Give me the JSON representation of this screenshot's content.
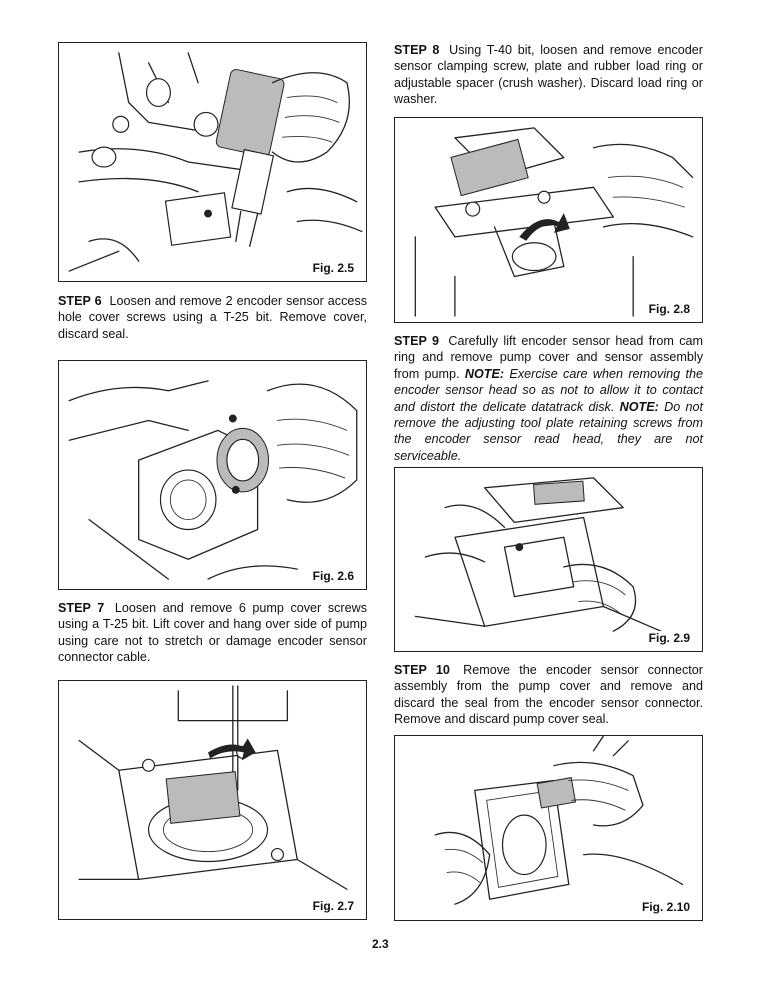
{
  "figures": {
    "fig_2_5": "Fig. 2.5",
    "fig_2_6": "Fig. 2.6",
    "fig_2_7": "Fig. 2.7",
    "fig_2_8": "Fig. 2.8",
    "fig_2_9": "Fig. 2.9",
    "fig_2_10": "Fig. 2.10"
  },
  "steps": {
    "step6": {
      "label": "STEP 6",
      "text": "Loosen and remove 2 encoder sensor access hole cover screws using a T-25 bit. Remove cover, discard seal."
    },
    "step7": {
      "label": "STEP 7",
      "text": "Loosen and remove 6 pump cover screws using a T-25 bit. Lift cover and hang over side of pump using care not to stretch or damage encoder sensor connector cable."
    },
    "step8": {
      "label": "STEP 8",
      "text": "Using T-40 bit, loosen and remove encoder sensor clamping screw, plate and rubber load ring or adjustable spacer (crush washer). Discard load ring or washer."
    },
    "step9": {
      "label": "STEP 9",
      "text": "Carefully lift encoder sensor head from cam ring and remove pump cover and sensor assembly from pump.",
      "note1_label": "NOTE:",
      "note1_text": "Exercise care when removing the encoder sensor head so as not to allow it to contact and distort the delicate datatrack disk.",
      "note2_label": "NOTE:",
      "note2_text": "Do not remove the adjusting tool plate retaining screws from the encoder sensor read head, they are not serviceable."
    },
    "step10": {
      "label": "STEP 10",
      "text": "Remove the encoder sensor connector assembly from the pump cover and remove and discard the seal from the encoder sensor connector. Remove and discard pump cover seal."
    }
  },
  "page_number": "2.3"
}
